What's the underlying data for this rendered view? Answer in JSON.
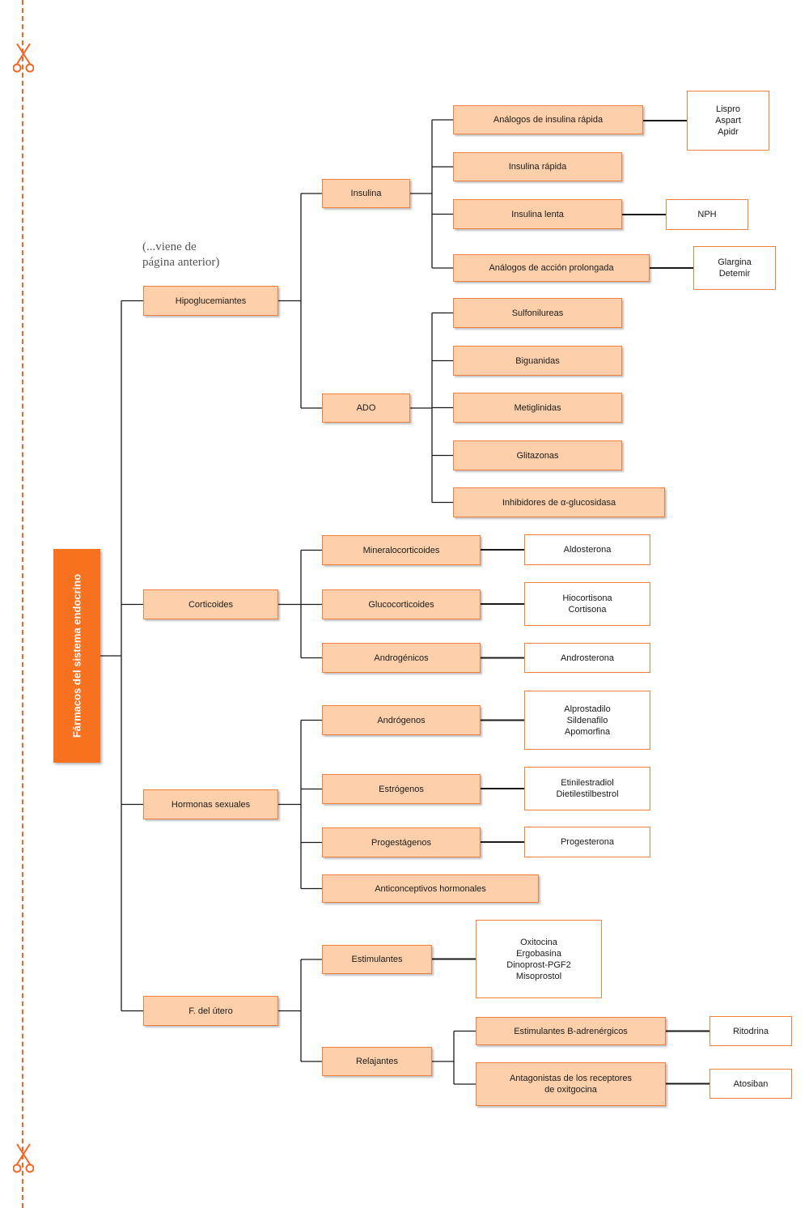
{
  "diagram": {
    "root": "Fármacos del sistema endocrino",
    "note": "(...viene de\n página anterior)",
    "nodes": {
      "hipoglucemiantes": "Hipoglucemiantes",
      "insulina": "Insulina",
      "analogos_rapida": "Análogos de insulina rápida",
      "analogos_rapida_ex": "Lispro\nAspart\nApidr",
      "insulina_rapida": "Insulina rápida",
      "insulina_lenta": "Insulina lenta",
      "insulina_lenta_ex": "NPH",
      "analogos_prolongada": "Análogos de acción prolongada",
      "analogos_prolongada_ex": "Glargina\nDetemir",
      "ado": "ADO",
      "sulfonilureas": "Sulfonilureas",
      "biguanidas": "Biguanidas",
      "metiglinidas": "Metiglinidas",
      "glitazonas": "Glitazonas",
      "inhibidores": "Inhibidores de α-glucosidasa",
      "corticoides": "Corticoides",
      "mineralocorticoides": "Mineralocorticoides",
      "mineralocorticoides_ex": "Aldosterona",
      "glucocorticoides": "Glucocorticoides",
      "glucocorticoides_ex": "Hiocortisona\nCortisona",
      "androgenicos": "Androgénicos",
      "androgenicos_ex": "Androsterona",
      "hormonas_sexuales": "Hormonas sexuales",
      "androgenos": "Andrógenos",
      "androgenos_ex": "Alprostadilo\nSildenafilo\nApomorfina",
      "estrogenos": "Estrógenos",
      "estrogenos_ex": "Etinilestradiol\nDietilestilbestrol",
      "progestagenos": "Progestágenos",
      "progestagenos_ex": "Progesterona",
      "anticonceptivos": "Anticonceptivos hormonales",
      "f_utero": "F. del útero",
      "estimulantes": "Estimulantes",
      "estimulantes_ex": "Oxitocina\nErgobasina\nDinoprost-PGF2\nMisoprostol",
      "relajantes": "Relajantes",
      "b_adrenergicos": "Estimulantes B-adrenérgicos",
      "b_adrenergicos_ex": "Ritodrina",
      "antagonistas": "Antagonistas de los receptores\nde oxitgocina",
      "antagonistas_ex": "Atosiban"
    }
  },
  "colors": {
    "accent": "#f7711f",
    "box_fill": "#fdd0ab",
    "box_border": "#f08040",
    "cutline": "#f26522",
    "connector": "#1a1a1a"
  }
}
